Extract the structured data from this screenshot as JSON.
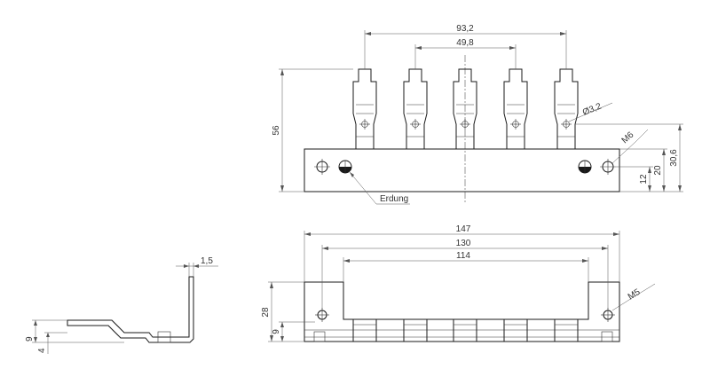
{
  "top_view": {
    "dim_overall_pins": "93,2",
    "dim_inner_pins": "49,8",
    "dim_height": "56",
    "dim_hole_dia": "Ø3,2",
    "dim_thread": "M6",
    "dim_30_6": "30,6",
    "dim_20": "20",
    "dim_12": "12",
    "label_ground": "Erdung"
  },
  "front_view": {
    "dim_147": "147",
    "dim_130": "130",
    "dim_114": "114",
    "dim_28": "28",
    "dim_9": "9",
    "dim_thread": "M5"
  },
  "side_view": {
    "dim_thickness": "1,5",
    "dim_9": "9",
    "dim_4": "4"
  },
  "colors": {
    "line": "#1a1a1a",
    "dimension": "#555555"
  }
}
